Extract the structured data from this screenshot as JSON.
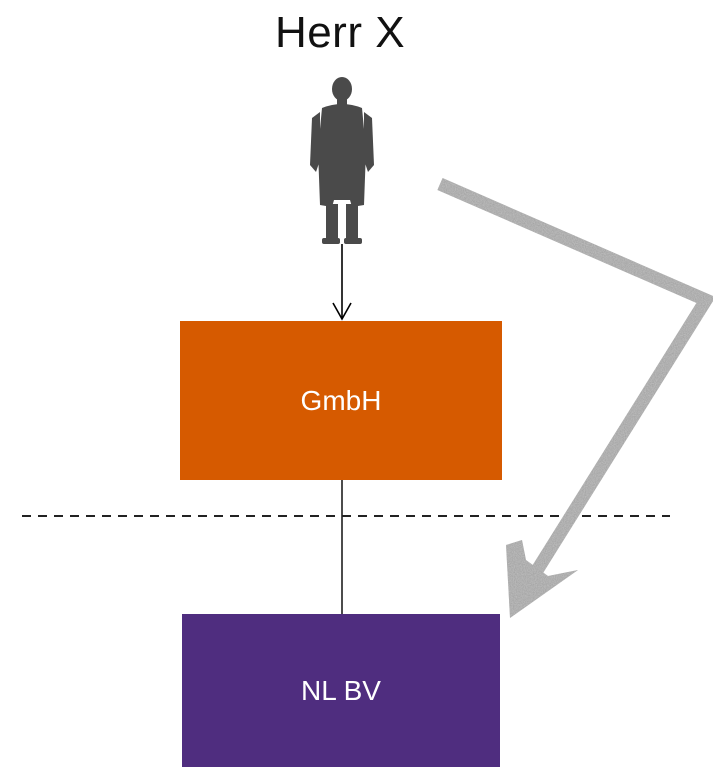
{
  "title": "Herr X",
  "nodes": {
    "gmbh": {
      "label": "GmbH",
      "color": "#d65a00"
    },
    "nlbv": {
      "label": "NL BV",
      "color": "#4f2d7f"
    }
  },
  "colors": {
    "person": "#4a4a4a",
    "big_arrow": "#9a9a9a",
    "connector": "#000000",
    "boundary": "#222222"
  },
  "icons": [
    "person-silhouette-icon",
    "big-arrow-icon"
  ]
}
